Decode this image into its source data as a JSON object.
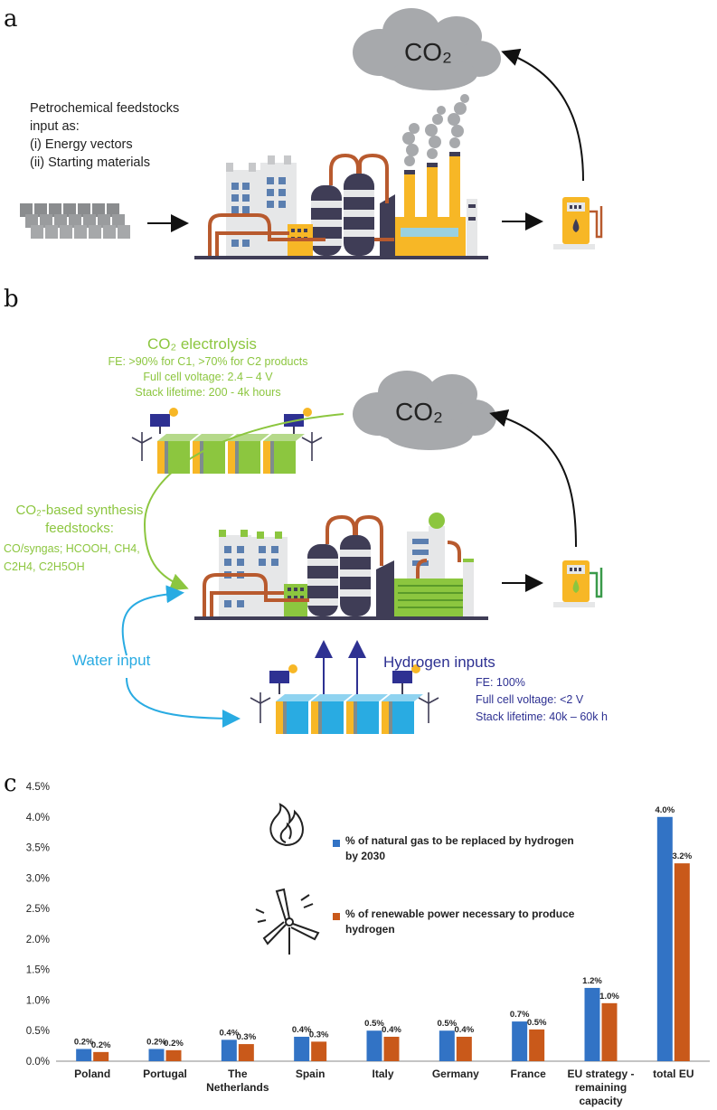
{
  "panels": {
    "a": "a",
    "b": "b",
    "c": "c"
  },
  "panel_a": {
    "co2": "CO₂",
    "feedstock_lines": [
      "Petrochemical feedstocks",
      "input as:",
      "(i) Energy vectors",
      "(ii) Starting materials"
    ]
  },
  "panel_b": {
    "co2": "CO₂",
    "electrolysis_title": "CO₂ electrolysis",
    "electrolysis_lines": [
      "FE: >90% for C1, >70% for C2 products",
      "Full cell voltage: 2.4 – 4 V",
      "Stack lifetime: 200 - 4k hours"
    ],
    "synthesis_lines": [
      "CO₂-based synthesis",
      "feedstocks:"
    ],
    "synthesis_products": [
      "CO/syngas; HCOOH, CH4,",
      "C2H4, C2H5OH"
    ],
    "water_input": "Water input",
    "hydrogen_title": "Hydrogen inputs",
    "hydrogen_lines": [
      "FE: 100%",
      "Full cell voltage: <2 V",
      "Stack lifetime: 40k – 60k h"
    ]
  },
  "colors": {
    "green": "#8cc63f",
    "cyan": "#29abe2",
    "navy": "#2e3192",
    "bar_blue": "#3273c5",
    "bar_orange": "#c9591a",
    "cloud": "#a7a9ac",
    "factory_yellow": "#f7b726",
    "pipe": "#b85a2e"
  },
  "chart_data": {
    "type": "bar",
    "categories": [
      "Poland",
      "Portugal",
      "The Netherlands",
      "Spain",
      "Italy",
      "Germany",
      "France",
      "EU strategy - remaining capacity",
      "total EU"
    ],
    "category_lines": [
      [
        "Poland"
      ],
      [
        "Portugal"
      ],
      [
        "The",
        "Netherlands"
      ],
      [
        "Spain"
      ],
      [
        "Italy"
      ],
      [
        "Germany"
      ],
      [
        "France"
      ],
      [
        "EU strategy -",
        "remaining",
        "capacity"
      ],
      [
        "total EU"
      ]
    ],
    "series": [
      {
        "name": "% of natural gas to be replaced by hydrogen by 2030",
        "values": [
          0.2,
          0.2,
          0.35,
          0.4,
          0.5,
          0.5,
          0.65,
          1.2,
          4.0
        ],
        "labels": [
          "0.2%",
          "0.2%",
          "0.4%",
          "0.4%",
          "0.5%",
          "0.5%",
          "0.7%",
          "1.2%",
          "4.0%"
        ],
        "color": "#3273c5"
      },
      {
        "name": "% of renewable power necessary to produce hydrogen",
        "values": [
          0.15,
          0.18,
          0.28,
          0.32,
          0.4,
          0.4,
          0.52,
          0.95,
          3.24
        ],
        "labels": [
          "0.2%",
          "0.2%",
          "0.3%",
          "0.3%",
          "0.4%",
          "0.4%",
          "0.5%",
          "1.0%",
          "3.2%"
        ],
        "color": "#c9591a"
      }
    ],
    "ylim": [
      0,
      4.5
    ],
    "yticks": [
      "0.0%",
      "0.5%",
      "1.0%",
      "1.5%",
      "2.0%",
      "2.5%",
      "3.0%",
      "3.5%",
      "4.0%",
      "4.5%"
    ],
    "grid": false,
    "legend_lines": [
      [
        "% of natural gas to be replaced by hydrogen",
        "by 2030"
      ],
      [
        "% of renewable power necessary to produce",
        "hydrogen"
      ]
    ],
    "legend_position": "top-center",
    "legend_icons": [
      "flame-icon",
      "wind-turbine-icon"
    ]
  }
}
